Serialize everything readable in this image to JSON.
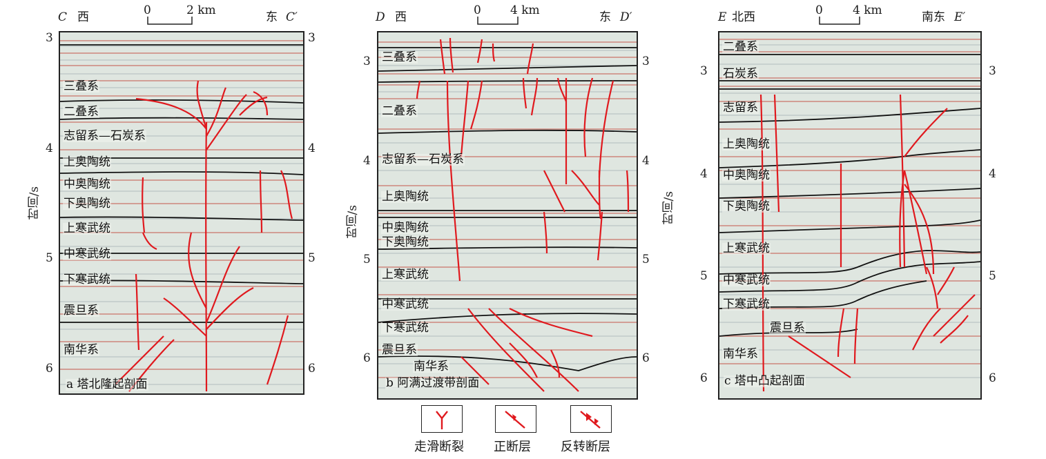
{
  "panels": [
    {
      "id": "a",
      "left_end": "C",
      "left_dir": "西",
      "right_end": "C′",
      "right_dir": "东",
      "scale_zero": "0",
      "scale_len": "2 km",
      "caption": "a 塔北隆起剖面",
      "y_label": "时间/s",
      "ticks_left": [
        "3",
        "4",
        "5",
        "6"
      ],
      "ticks_right": [
        "3",
        "4",
        "5",
        "6"
      ],
      "layers": [
        "三叠系",
        "二叠系",
        "志留系—石炭系",
        "上奥陶统",
        "中奥陶统",
        "下奥陶统",
        "上寒武统",
        "中寒武统",
        "下寒武统",
        "震旦系",
        "南华系"
      ]
    },
    {
      "id": "b",
      "left_end": "D",
      "left_dir": "西",
      "right_end": "D′",
      "right_dir": "东",
      "scale_zero": "0",
      "scale_len": "4 km",
      "caption": "b 阿满过渡带剖面",
      "y_label": "时间/s",
      "ticks_left": [
        "3",
        "4",
        "5",
        "6"
      ],
      "ticks_right": [
        "3",
        "4",
        "5",
        "6"
      ],
      "layers": [
        "三叠系",
        "二叠系",
        "志留系—石炭系",
        "上奥陶统",
        "中奥陶统",
        "下奥陶统",
        "上寒武统",
        "中寒武统",
        "下寒武统",
        "震旦系",
        "南华系"
      ]
    },
    {
      "id": "c",
      "left_end": "E",
      "left_dir": "北西",
      "right_end": "E′",
      "right_dir": "南东",
      "scale_zero": "0",
      "scale_len": "4 km",
      "caption": "c 塔中凸起剖面",
      "y_label": "时间/s",
      "ticks_left": [
        "3",
        "4",
        "5",
        "6"
      ],
      "ticks_right": [
        "3",
        "4",
        "5",
        "6"
      ],
      "layers": [
        "二叠系",
        "石炭系",
        "志留系",
        "上奥陶统",
        "中奥陶统",
        "下奥陶统",
        "上寒武统",
        "中寒武统",
        "下寒武统",
        "震旦系",
        "南华系"
      ]
    }
  ],
  "legend": {
    "strike_slip": "走滑断裂",
    "normal": "正断层",
    "reverse": "反转断层"
  },
  "colors": {
    "fault": "#e0191e",
    "horizon": "#111111",
    "seismic_red": "#c0392b",
    "seismic_bg": "#dfe6e0"
  },
  "icons": {
    "strike_slip": "flower-fault-icon",
    "normal": "normal-fault-icon",
    "reverse": "reverse-fault-icon"
  }
}
